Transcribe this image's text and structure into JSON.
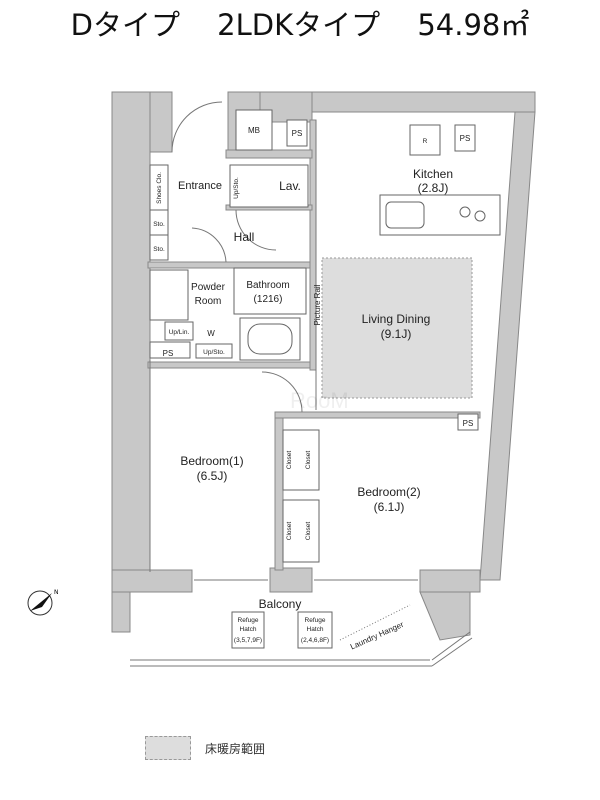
{
  "title": {
    "type_name": "Dタイプ",
    "layout": "2LDKタイプ",
    "area": "54.98㎡"
  },
  "rooms": {
    "mb": "MB",
    "ps1": "PS",
    "ps2": "PS",
    "ps3": "PS",
    "ps4": "PS",
    "shoes": "Shoes Clo.",
    "entrance": "Entrance",
    "upsto1": "Up/Sto.",
    "lav": "Lav.",
    "sto1": "Sto.",
    "sto2": "Sto.",
    "hall": "Hall",
    "powder1": "Powder",
    "powder2": "Room",
    "bath1": "Bathroom",
    "bath2": "(1216)",
    "uplin": "Up/Lin.",
    "w": "W",
    "upsto2": "Up/Sto.",
    "picture_rail": "Picture Rail",
    "kitchen": "Kitchen",
    "kitchen_size": "(2.8J)",
    "r": "R",
    "living": "Living Dining",
    "living_size": "(9.1J)",
    "bed1": "Bedroom(1)",
    "bed1_size": "(6.5J)",
    "bed2": "Bedroom(2)",
    "bed2_size": "(6.1J)",
    "closet": "Closet",
    "balcony": "Balcony",
    "hatch_word1": "Refuge",
    "hatch_word2": "Hatch",
    "hatch1_floors": "(3,5,7,9F)",
    "hatch2_floors": "(2,4,6,8F)",
    "laundry": "Laundry Hanger"
  },
  "legend": {
    "label": "床暖房範囲"
  },
  "watermark": "RooM",
  "colors": {
    "wall": "#c8c8c8",
    "floor_heating": "#dddddd"
  }
}
